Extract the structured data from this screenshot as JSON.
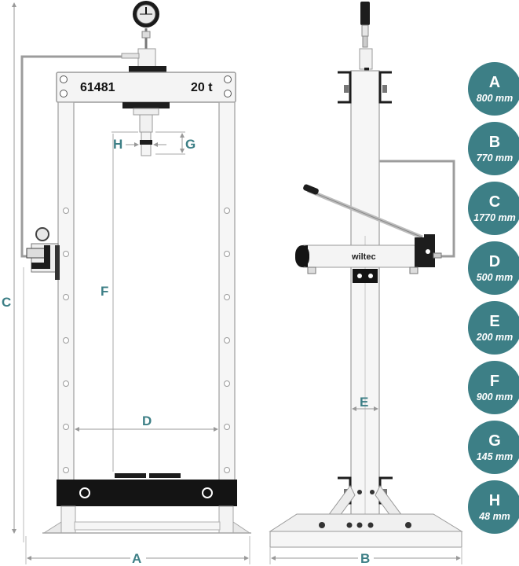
{
  "front_view": {
    "model_number": "61481",
    "capacity": "20 t"
  },
  "side_view": {
    "brand": "wiltec"
  },
  "dimension_labels": {
    "a": "A",
    "b": "B",
    "c": "C",
    "d": "D",
    "e": "E",
    "f": "F",
    "g": "G",
    "h": "H"
  },
  "dimensions": [
    {
      "letter": "A",
      "value": "800 mm"
    },
    {
      "letter": "B",
      "value": "770 mm"
    },
    {
      "letter": "C",
      "value": "1770 mm"
    },
    {
      "letter": "D",
      "value": "500 mm"
    },
    {
      "letter": "E",
      "value": "200 mm"
    },
    {
      "letter": "F",
      "value": "900 mm"
    },
    {
      "letter": "G",
      "value": "145 mm"
    },
    {
      "letter": "H",
      "value": "48 mm"
    }
  ],
  "colors": {
    "badge": "#3d7f86",
    "dimension_text": "#3d7f86",
    "frame_fill": "#f4f4f4",
    "outline": "#9a9a9a",
    "dark_parts": "#141414"
  }
}
